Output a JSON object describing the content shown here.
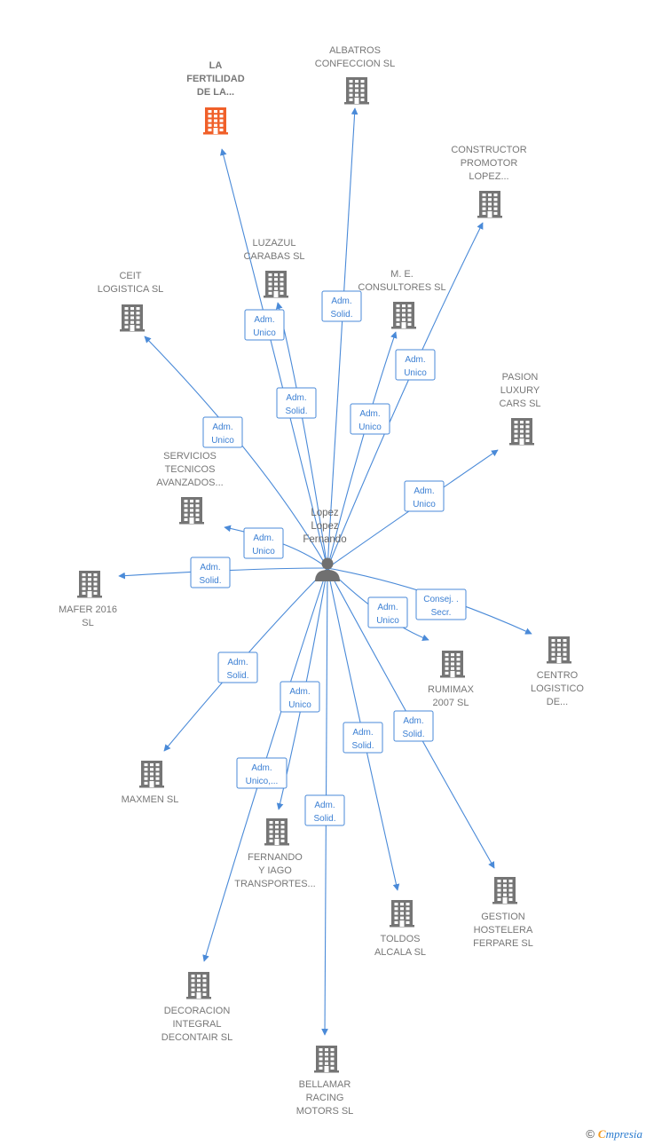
{
  "center": {
    "label_lines": [
      "Lopez",
      "Lopez",
      "Fernando"
    ],
    "icon": "person-icon"
  },
  "colors": {
    "edge": "#4a8ad8",
    "building": "#757575",
    "building_highlight": "#f0602a"
  },
  "companies": [
    {
      "id": "la-fertilidad",
      "label_lines": [
        "LA",
        "FERTILIDAD",
        "DE LA..."
      ],
      "highlight": true,
      "icon": "building-icon",
      "edge_label": [
        "Adm.",
        "Unico"
      ]
    },
    {
      "id": "albatros",
      "label_lines": [
        "ALBATROS",
        "CONFECCION SL"
      ],
      "icon": "building-icon",
      "edge_label": [
        "Adm.",
        "Solid."
      ]
    },
    {
      "id": "constructor",
      "label_lines": [
        "CONSTRUCTOR",
        "PROMOTOR",
        "LOPEZ..."
      ],
      "icon": "building-icon",
      "edge_label": [
        "Adm.",
        "Unico"
      ]
    },
    {
      "id": "luzazul",
      "label_lines": [
        "LUZAZUL",
        "CARABAS  SL"
      ],
      "icon": "building-icon",
      "edge_label": [
        "Adm.",
        "Solid."
      ]
    },
    {
      "id": "me-consultores",
      "label_lines": [
        "M. E.",
        "CONSULTORES SL"
      ],
      "icon": "building-icon",
      "edge_label": [
        "Adm.",
        "Unico"
      ]
    },
    {
      "id": "ceit",
      "label_lines": [
        "CEIT",
        "LOGISTICA  SL"
      ],
      "icon": "building-icon",
      "edge_label": [
        "Adm.",
        "Unico"
      ]
    },
    {
      "id": "pasion",
      "label_lines": [
        "PASION",
        "LUXURY",
        "CARS  SL"
      ],
      "icon": "building-icon",
      "edge_label": [
        "Adm.",
        "Unico"
      ]
    },
    {
      "id": "servicios",
      "label_lines": [
        "SERVICIOS",
        "TECNICOS",
        "AVANZADOS..."
      ],
      "icon": "building-icon",
      "edge_label": [
        "Adm.",
        "Unico"
      ]
    },
    {
      "id": "mafer",
      "label_lines": [
        "MAFER 2016",
        "SL"
      ],
      "icon": "building-icon",
      "edge_label": [
        "Adm.",
        "Solid."
      ]
    },
    {
      "id": "centro",
      "label_lines": [
        "CENTRO",
        "LOGISTICO",
        "DE..."
      ],
      "icon": "building-icon",
      "edge_label": [
        "Consej. .",
        "Secr."
      ]
    },
    {
      "id": "rumimax",
      "label_lines": [
        "RUMIMAX",
        "2007 SL"
      ],
      "icon": "building-icon",
      "edge_label": [
        "Adm.",
        "Unico"
      ]
    },
    {
      "id": "maxmen",
      "label_lines": [
        "MAXMEN  SL"
      ],
      "icon": "building-icon",
      "edge_label": [
        "Adm.",
        "Solid."
      ]
    },
    {
      "id": "fernando-iago",
      "label_lines": [
        "FERNANDO",
        "Y IAGO",
        "TRANSPORTES..."
      ],
      "icon": "building-icon",
      "edge_label": [
        "Adm.",
        "Unico"
      ]
    },
    {
      "id": "gestion",
      "label_lines": [
        "GESTION",
        "HOSTELERA",
        "FERPARE  SL"
      ],
      "icon": "building-icon",
      "edge_label": [
        "Adm.",
        "Solid."
      ]
    },
    {
      "id": "toldos",
      "label_lines": [
        "TOLDOS",
        "ALCALA SL"
      ],
      "icon": "building-icon",
      "edge_label": [
        "Adm.",
        "Solid."
      ]
    },
    {
      "id": "decoracion",
      "label_lines": [
        "DECORACION",
        "INTEGRAL",
        "DECONTAIR SL"
      ],
      "icon": "building-icon",
      "edge_label": [
        "Adm.",
        "Unico,..."
      ]
    },
    {
      "id": "bellamar",
      "label_lines": [
        "BELLAMAR",
        "RACING",
        "MOTORS  SL"
      ],
      "icon": "building-icon",
      "edge_label": [
        "Adm.",
        "Solid."
      ]
    }
  ],
  "footer": {
    "copyright": "©",
    "brand_first": "C",
    "brand_rest": "mpresia"
  }
}
